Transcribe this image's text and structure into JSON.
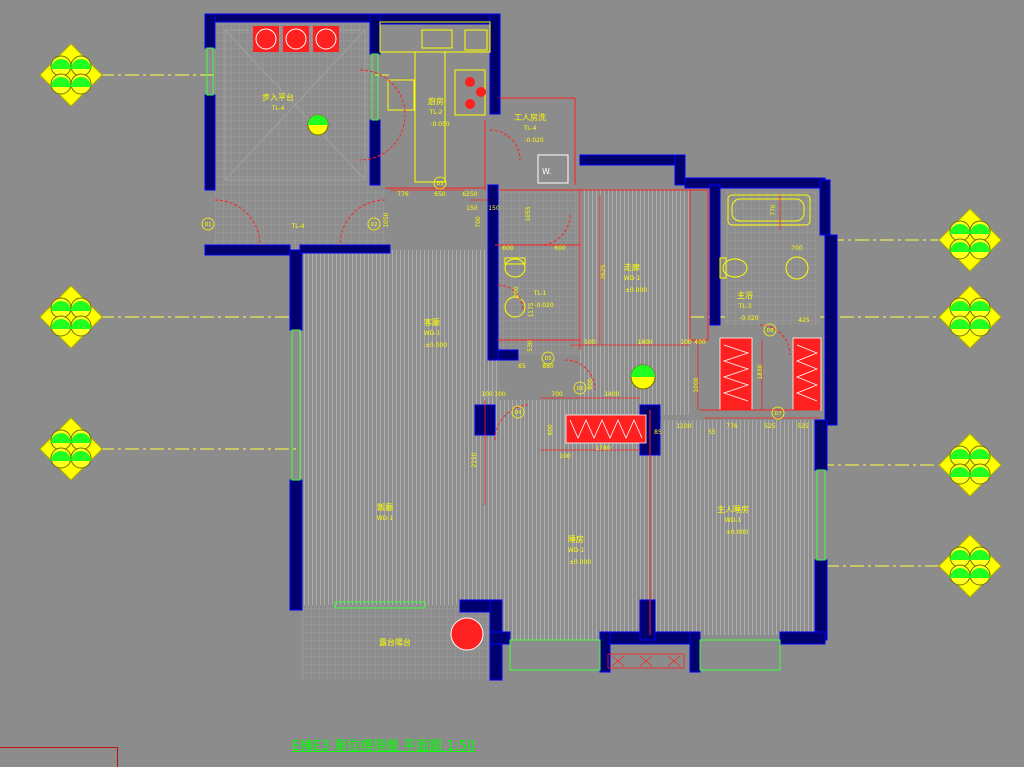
{
  "drawing": {
    "title": "E棟E3 單位標現層 平面圖 1:50",
    "colors": {
      "background": "#8c8c8c",
      "wall": "#00006e",
      "wall_outline": "#0000ff",
      "dimension": "#ff2020",
      "text": "#ffff00",
      "floor_hatch": "#b4b4b4",
      "axis": "#ffff40",
      "window": "#40ff40"
    },
    "rooms": [
      {
        "id": "stair",
        "name": "步入平台",
        "tag": "TL-4"
      },
      {
        "id": "entry",
        "name": "",
        "tag": "TL-4"
      },
      {
        "id": "kitchen",
        "name": "廚房",
        "tag": "TL-2",
        "level": "-0.050"
      },
      {
        "id": "utility",
        "name": "工人房洗",
        "tag": "TL-4",
        "level": "-0.020"
      },
      {
        "id": "living",
        "name": "客廳",
        "tag": "WD-1",
        "level": "±0.000"
      },
      {
        "id": "dining",
        "name": "飯廳",
        "tag": "WD-1"
      },
      {
        "id": "corridor",
        "name": "走廊",
        "tag": "WD-1",
        "level": "±0.000"
      },
      {
        "id": "wc",
        "name": "",
        "tag": "TL-1",
        "level": "-0.020"
      },
      {
        "id": "bath",
        "name": "主浴",
        "tag": "TL-3",
        "level": "-0.020"
      },
      {
        "id": "bedroom2",
        "name": "睡房",
        "tag": "WD-1",
        "level": "±0.000"
      },
      {
        "id": "master",
        "name": "主人睡房",
        "tag": "WD-1",
        "level": "±0.000"
      },
      {
        "id": "balcony",
        "name": "露台陽台",
        "tag": ""
      }
    ],
    "dimensions": [
      "776",
      "650",
      "6250",
      "1050",
      "150",
      "600",
      "600",
      "700",
      "1055",
      "500",
      "1800",
      "100",
      "400",
      "770",
      "700",
      "200",
      "1830",
      "1000",
      "1100",
      "55",
      "776",
      "525",
      "525",
      "150",
      "700",
      "1400",
      "100",
      "1780",
      "2150",
      "880",
      "65",
      "85",
      "2625",
      "1175",
      "530",
      "800",
      "100",
      "100",
      "400",
      "425"
    ],
    "door_tags": [
      "D1",
      "D2",
      "D3",
      "D4",
      "D5",
      "D6",
      "D7",
      "D8"
    ],
    "labels": {
      "washer": "W."
    }
  }
}
